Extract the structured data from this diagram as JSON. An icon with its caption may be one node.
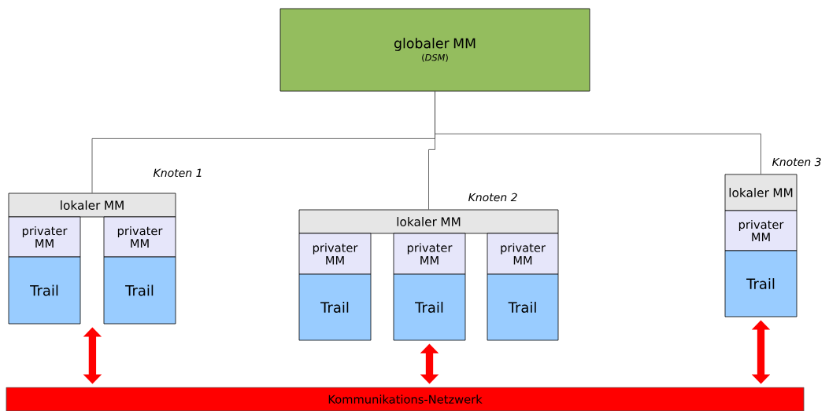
{
  "diagram": {
    "nodes": [
      {
        "text": [
          "globaler MM",
          "(*DSM*)"
        ]
      },
      {
        "text": [
          "lokaler MM"
        ],
        "beside": [
          "Knoten 1"
        ]
      },
      {
        "text": [
          "privater MM"
        ]
      },
      {
        "text": [
          "Trail"
        ]
      },
      {
        "text": [
          "privater MM"
        ]
      },
      {
        "text": [
          "Trail"
        ]
      },
      {
        "text": [
          "lokaler MM"
        ],
        "beside": [
          "Knoten 2"
        ]
      },
      {
        "text": [
          "privater MM"
        ]
      },
      {
        "text": [
          "Trail"
        ]
      },
      {
        "text": [
          "privater MM"
        ]
      },
      {
        "text": [
          "Trail"
        ]
      },
      {
        "text": [
          "privater MM"
        ]
      },
      {
        "text": [
          "Trail"
        ]
      },
      {
        "text": [
          "lokaler MM"
        ],
        "beside": [
          "Knoten 3"
        ]
      },
      {
        "text": [
          "privater MM"
        ]
      },
      {
        "text": [
          "Trail"
        ]
      },
      {
        "text": [
          "Kommunikations-Netzwerk"
        ]
      }
    ],
    "edges": [
      {
        "from": 0,
        "to": 1,
        "arrow": "none"
      },
      {
        "from": 0,
        "to": 6,
        "arrow": "none"
      },
      {
        "from": 0,
        "to": 13,
        "arrow": "none"
      },
      {
        "from": 3,
        "to": 16,
        "arrow": "both",
        "style": "thick",
        "color": "#ff0000"
      },
      {
        "from": 10,
        "to": 16,
        "arrow": "both",
        "style": "thick",
        "color": "#ff0000"
      },
      {
        "from": 15,
        "to": 16,
        "arrow": "both",
        "style": "thick",
        "color": "#ff0000"
      }
    ]
  }
}
